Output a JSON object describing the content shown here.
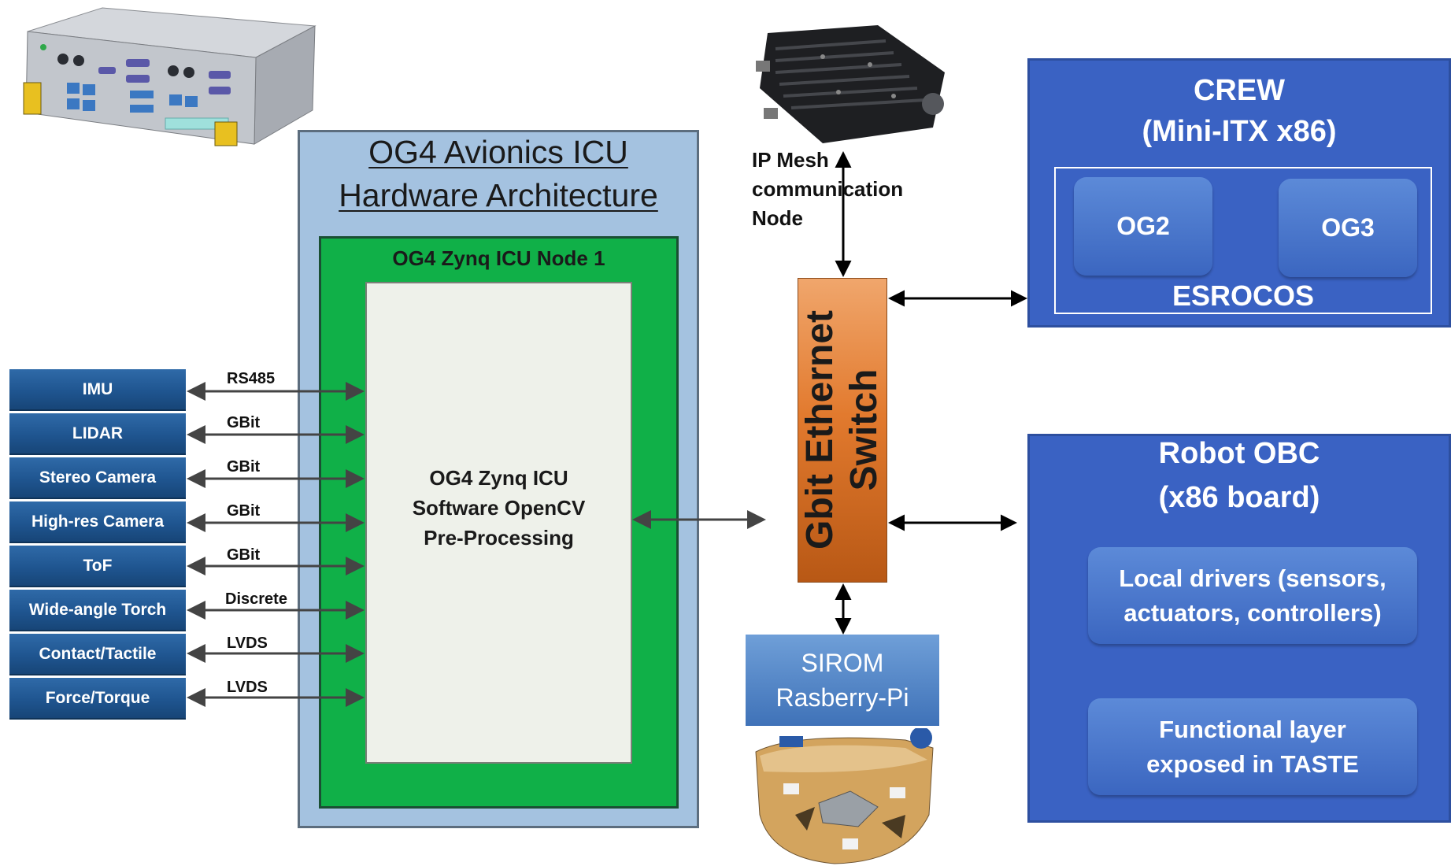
{
  "icu": {
    "title_line1": "OG4 Avionics ICU",
    "title_line2": "Hardware Architecture",
    "node_label": "OG4 Zynq ICU Node 1",
    "software_line1": "OG4 Zynq ICU",
    "software_line2": "Software OpenCV",
    "software_line3": "Pre-Processing"
  },
  "sensors": [
    {
      "name": "IMU",
      "interface": "RS485"
    },
    {
      "name": "LIDAR",
      "interface": "GBit"
    },
    {
      "name": "Stereo Camera",
      "interface": "GBit"
    },
    {
      "name": "High-res Camera",
      "interface": "GBit"
    },
    {
      "name": "ToF",
      "interface": "GBit"
    },
    {
      "name": "Wide-angle Torch",
      "interface": "Discrete"
    },
    {
      "name": "Contact/Tactile",
      "interface": "LVDS"
    },
    {
      "name": "Force/Torque",
      "interface": "LVDS"
    }
  ],
  "switch": {
    "line1": "Gbit Ethernet",
    "line2": "Switch"
  },
  "mesh": {
    "line1": "IP Mesh",
    "line2": "communication",
    "line3": "Node"
  },
  "sirom": {
    "line1": "SIROM",
    "line2": "Rasberry-Pi"
  },
  "crew": {
    "title_line1": "CREW",
    "title_line2": "(Mini-ITX x86)",
    "og2": "OG2",
    "og3": "OG3",
    "framework": "ESROCOS"
  },
  "obc": {
    "title_line1": "Robot OBC",
    "title_line2": "(x86 board)",
    "drivers_line1": "Local drivers (sensors,",
    "drivers_line2": "actuators, controllers)",
    "functional_line1": "Functional  layer",
    "functional_line2": "exposed in TASTE"
  },
  "colors": {
    "sensor_blue": "#1f5590",
    "icu_outer": "#a4c2e0",
    "icu_green": "#10b048",
    "switch_orange": "#e27a2e",
    "panel_blue": "#3a62c3"
  }
}
